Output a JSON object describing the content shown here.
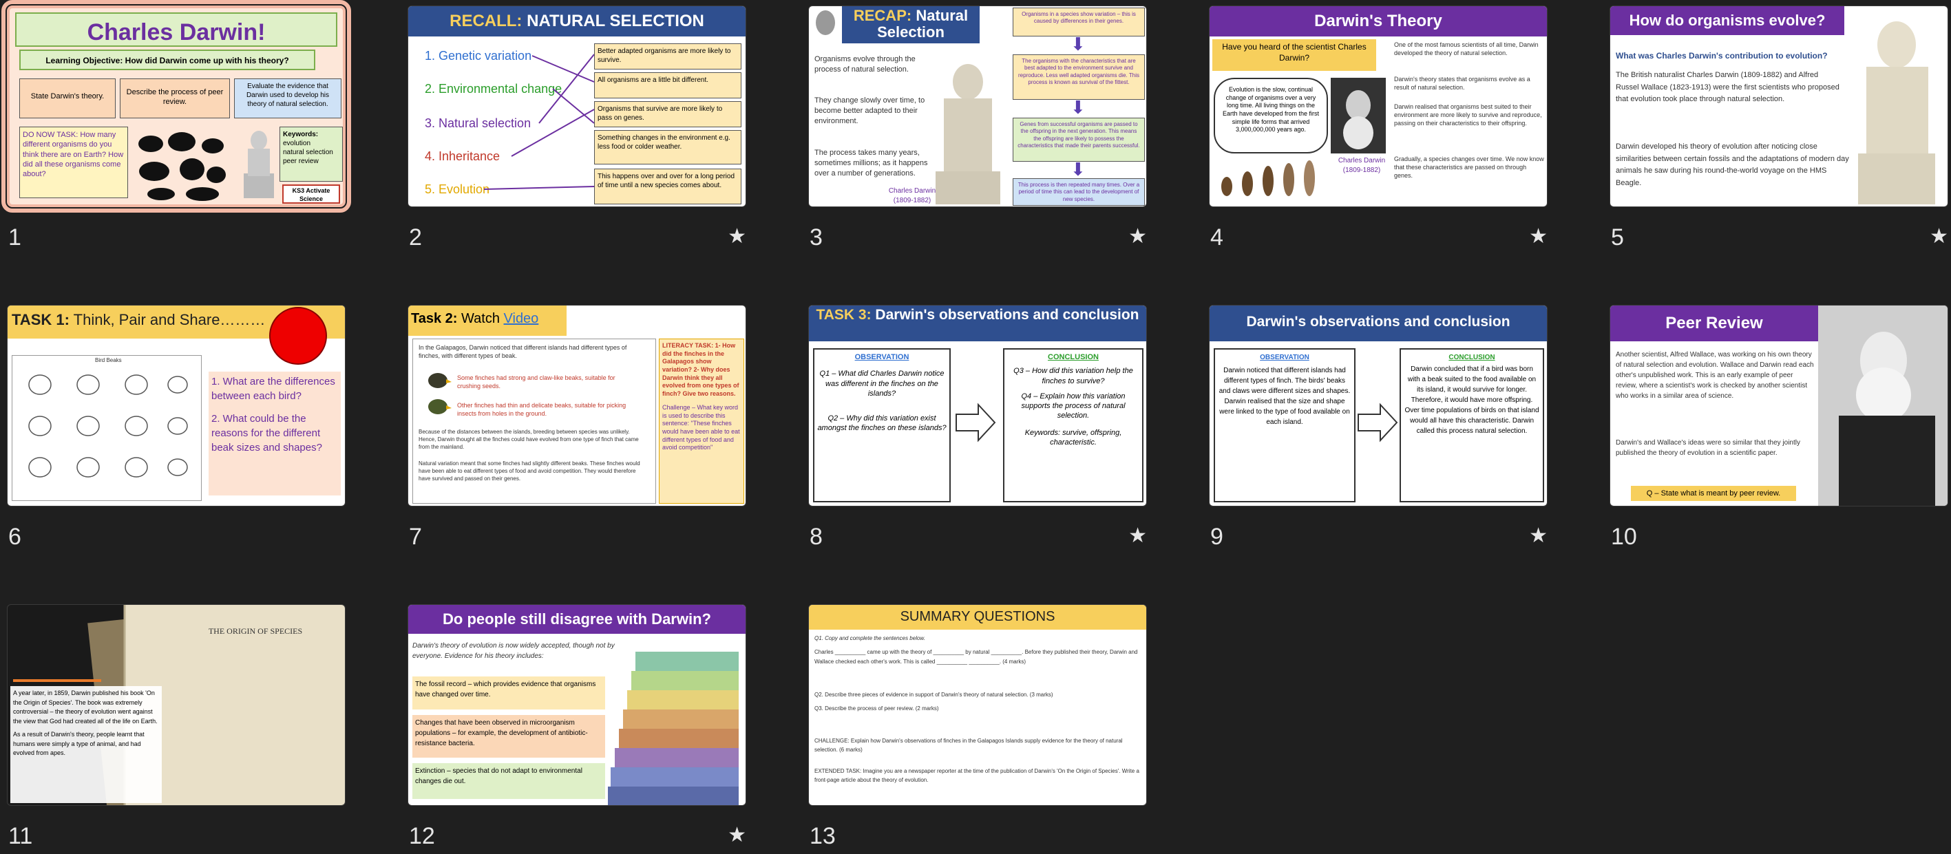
{
  "slides": [
    {
      "num": "1",
      "star": false,
      "title": "Charles Darwin!",
      "objective": "Learning Objective: How did Darwin come up with his theory?",
      "tasks": [
        "State Darwin's theory.",
        "Describe the process of peer review.",
        "Evaluate the evidence that Darwin used to develop his theory of natural selection."
      ],
      "donow": "DO NOW TASK: How many different organisms do you think there are on Earth? How did all these organisms come about?",
      "keywords_title": "Keywords:",
      "keywords": [
        "evolution",
        "natural selection",
        "peer review"
      ],
      "badge": "KS3 Activate Science"
    },
    {
      "num": "2",
      "star": true,
      "title_a": "RECALL:",
      "title_b": " NATURAL SELECTION",
      "terms": [
        "1. Genetic variation",
        "2. Environmental change",
        "3. Natural selection",
        "4. Inheritance",
        "5. Evolution"
      ],
      "defs": [
        "Better adapted organisms are more likely to survive.",
        "All organisms are a little bit different.",
        "Organisms that survive are more likely to pass on genes.",
        "Something changes in the environment e.g. less food or colder weather.",
        "This happens over and over for a long period of time until a new species comes about."
      ]
    },
    {
      "num": "3",
      "star": true,
      "title_a": "RECAP:",
      "title_b": " Natural Selection",
      "bullets": [
        "Organisms evolve through the process of natural selection.",
        "They change slowly over time, to become better adapted to their environment.",
        "The process takes many years, sometimes millions; as it happens over a number of generations."
      ],
      "caption": "Charles Darwin (1809-1882)",
      "flow": [
        "Organisms in a species show variation – this is caused by differences in their genes.",
        "The organisms with the characteristics that are best adapted to the environment survive and reproduce. Less well adapted organisms die. This process is known as survival of the fittest.",
        "Genes from successful organisms are passed to the offspring in the next generation. This means the offspring are likely to possess the characteristics that made their parents successful.",
        "This process is then repeated many times. Over a period of time this can lead to the development of new species."
      ]
    },
    {
      "num": "4",
      "star": true,
      "title": "Darwin's Theory",
      "question": "Have you heard of the scientist Charles Darwin?",
      "bubble": "Evolution is the slow, continual change of organisms over a very long time. All living things on the Earth have developed from the first simple life forms that arrived 3,000,000,000 years ago.",
      "caption": "Charles Darwin (1809-1882)",
      "bullets": [
        "One of the most famous scientists of all time, Darwin developed the theory of natural selection.",
        "Darwin's theory states that organisms evolve as a result of natural selection.",
        "Darwin realised that organisms best suited to their environment are more likely to survive and reproduce, passing on their characteristics to their offspring.",
        "Gradually, a species changes over time. We now know that these characteristics are passed on through genes."
      ]
    },
    {
      "num": "5",
      "star": true,
      "title": "How do organisms evolve?",
      "q": "What was Charles Darwin's contribution to evolution?",
      "p1": "The British naturalist Charles Darwin (1809-1882) and Alfred Russel Wallace (1823-1913) were the first scientists who proposed that evolution took place through natural selection.",
      "p2": "Darwin developed his theory of evolution after noticing close similarities between certain fossils and the adaptations of modern day animals he saw during his round-the-world voyage on the HMS Beagle."
    },
    {
      "num": "6",
      "star": false,
      "title_a": "TASK 1:",
      "title_b": " Think, Pair and Share………",
      "img_title": "Bird Beaks",
      "q1": "1. What are the differences between each bird?",
      "q2": "2. What could be the reasons for the different beak sizes and shapes?"
    },
    {
      "num": "7",
      "star": false,
      "title_a": "Task 2:",
      "title_b": " Watch ",
      "title_link": "Video",
      "p1": "In the Galapagos, Darwin noticed that different islands had different types of finches, with different types of beak.",
      "f1": "Some finches had strong and claw-like beaks, suitable for crushing seeds.",
      "f2": "Other finches had thin and delicate beaks, suitable for picking insects from holes in the ground.",
      "p2": "Because of the distances between the islands, breeding between species was unlikely. Hence, Darwin thought all the finches could have evolved from one type of finch that came from the mainland.",
      "p3": "Natural variation meant that some finches had slightly different beaks. These finches would have been able to eat different types of food and avoid competition. They would therefore have survived and passed on their genes.",
      "lit": "LITERACY TASK: 1- How did the finches in the Galapagos show variation? 2- Why does Darwin think they all evolved from one types of finch? Give two reasons.",
      "challenge": "Challenge – What key word is used to describe this sentence: \"These finches would have been able to eat different types of food and avoid competition\""
    },
    {
      "num": "8",
      "star": true,
      "title_a": "TASK 3:",
      "title_b": " Darwin's observations and conclusion",
      "obs": "OBSERVATION",
      "obs_q": [
        "Q1 – What did Charles Darwin notice was different in the finches on the islands?",
        "Q2 – Why did this variation exist amongst the finches on these islands?"
      ],
      "con": "CONCLUSION",
      "con_q": [
        "Q3 – How did this variation help the finches to survive?",
        "Q4 – Explain how this variation supports the process of natural selection."
      ],
      "keywords": "Keywords: survive, offspring, characteristic."
    },
    {
      "num": "9",
      "star": true,
      "title": "Darwin's observations and conclusion",
      "obs": "OBSERVATION",
      "obs_t": "Darwin noticed that different islands had different types of finch. The birds' beaks and claws were different sizes and shapes. Darwin realised that the size and shape were linked to the type of food available on each island.",
      "con": "CONCLUSION",
      "con_t": "Darwin concluded that if a bird was born with a beak suited to the food available on its island, it would survive for longer. Therefore, it would have more offspring. Over time populations of birds on that island would all have this characteristic. Darwin called this process natural selection."
    },
    {
      "num": "10",
      "star": false,
      "title": "Peer Review",
      "bullets": [
        "Another scientist, Alfred Wallace, was working on his own theory of natural selection and evolution. Wallace and Darwin read each other's unpublished work. This is an early example of peer review, where a scientist's work is checked by another scientist who works in a similar area of science.",
        "Darwin's and Wallace's ideas were so similar that they jointly published the theory of evolution in a scientific paper."
      ],
      "q": "Q – State what is meant by peer review."
    },
    {
      "num": "11",
      "star": false,
      "book": "THE ORIGIN OF SPECIES",
      "p1": "A year later, in 1859, Darwin published his book 'On the Origin of Species'. The book was extremely controversial – the theory of evolution went against the view that God had created all of the life on Earth.",
      "p2": "As a result of Darwin's theory, people learnt that humans were simply a type of animal, and had evolved from apes."
    },
    {
      "num": "12",
      "star": true,
      "title": "Do people still disagree with Darwin?",
      "intro": "Darwin's theory of evolution is now widely accepted, though not by everyone. Evidence for his theory includes:",
      "items": [
        "The fossil record – which provides evidence that organisms have changed over time.",
        "Changes that have been observed in microorganism populations – for example, the development of antibiotic-resistance bacteria.",
        "Extinction – species that do not adapt to environmental changes die out."
      ]
    },
    {
      "num": "13",
      "star": false,
      "title": "SUMMARY QUESTIONS",
      "lines": [
        "Q1. Copy and complete the sentences below.",
        "Charles __________ came up with the theory of __________ by natural __________. Before they published their theory, Darwin and Wallace checked each other's work. This is called __________ __________. (4 marks)",
        "Q2. Describe three pieces of evidence in support of Darwin's theory of natural selection. (3 marks)",
        "Q3. Describe the process of peer review. (2 marks)",
        "CHALLENGE: Explain how Darwin's observations of finches in the Galapagos Islands supply evidence for the theory of natural selection. (6 marks)",
        "EXTENDED TASK: Imagine you are a newspaper reporter at the time of the publication of Darwin's 'On the Origin of Species'. Write a front-page article about the theory of evolution."
      ]
    }
  ],
  "star_glyph": "★",
  "colors": {
    "bg": "#1f1f1f",
    "selected": "#f2b8a4",
    "blue": "#2f4f8f",
    "purple": "#6b2fa0",
    "yellow": "#f7cf5c"
  }
}
